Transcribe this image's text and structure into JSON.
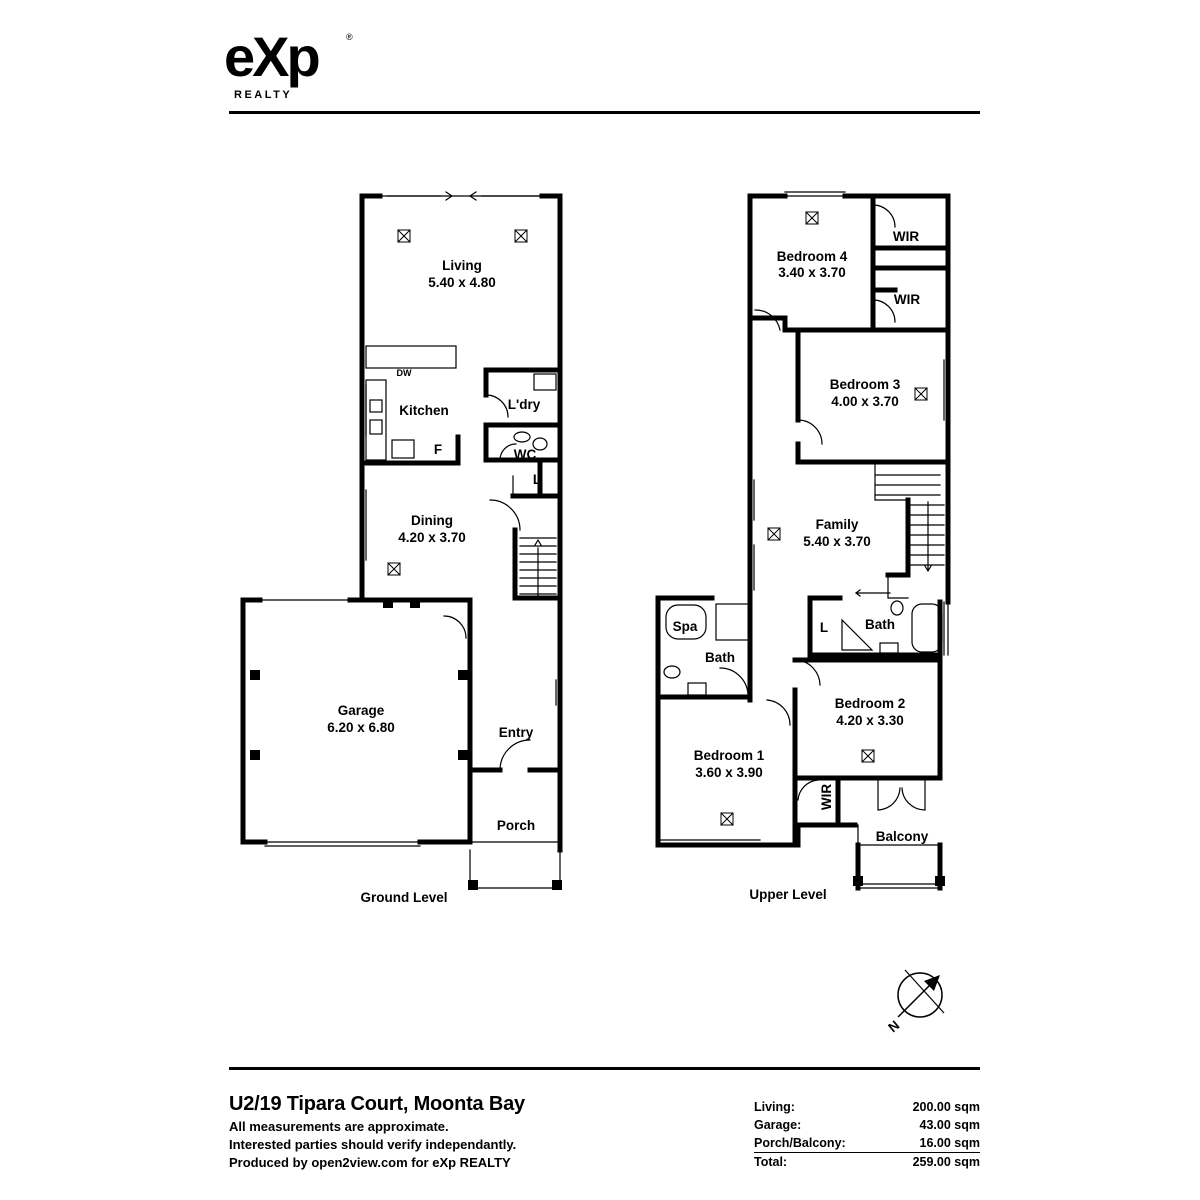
{
  "brand": {
    "logo_text": "eXp",
    "logo_subtext": "REALTY",
    "trademark": "®"
  },
  "ground_level": {
    "label": "Ground Level",
    "rooms": [
      {
        "key": "living",
        "name": "Living",
        "dims": "5.40 x 4.80"
      },
      {
        "key": "kitchen",
        "name": "Kitchen",
        "dims": ""
      },
      {
        "key": "dw",
        "name": "DW",
        "dims": ""
      },
      {
        "key": "fridge",
        "name": "F",
        "dims": ""
      },
      {
        "key": "laundry",
        "name": "L'dry",
        "dims": ""
      },
      {
        "key": "wc",
        "name": "WC",
        "dims": ""
      },
      {
        "key": "linen",
        "name": "L",
        "dims": ""
      },
      {
        "key": "dining",
        "name": "Dining",
        "dims": "4.20 x 3.70"
      },
      {
        "key": "garage",
        "name": "Garage",
        "dims": "6.20 x 6.80"
      },
      {
        "key": "entry",
        "name": "Entry",
        "dims": ""
      },
      {
        "key": "porch",
        "name": "Porch",
        "dims": ""
      }
    ]
  },
  "upper_level": {
    "label": "Upper Level",
    "rooms": [
      {
        "key": "bedroom4",
        "name": "Bedroom 4",
        "dims": "3.40 x 3.70"
      },
      {
        "key": "wir1",
        "name": "WIR",
        "dims": ""
      },
      {
        "key": "wir2",
        "name": "WIR",
        "dims": ""
      },
      {
        "key": "bedroom3",
        "name": "Bedroom 3",
        "dims": "4.00 x 3.70"
      },
      {
        "key": "family",
        "name": "Family",
        "dims": "5.40 x 3.70"
      },
      {
        "key": "spa",
        "name": "Spa",
        "dims": ""
      },
      {
        "key": "bath1",
        "name": "Bath",
        "dims": ""
      },
      {
        "key": "linen2",
        "name": "L",
        "dims": ""
      },
      {
        "key": "bath2",
        "name": "Bath",
        "dims": ""
      },
      {
        "key": "bedroom1",
        "name": "Bedroom 1",
        "dims": "3.60 x 3.90"
      },
      {
        "key": "wir3",
        "name": "WIR",
        "dims": ""
      },
      {
        "key": "bedroom2",
        "name": "Bedroom 2",
        "dims": "4.20 x 3.30"
      },
      {
        "key": "balcony",
        "name": "Balcony",
        "dims": ""
      }
    ]
  },
  "compass": {
    "label": "N"
  },
  "footer": {
    "address": "U2/19 Tipara Court, Moonta Bay",
    "notes": [
      "All measurements are approximate.",
      "Interested parties should verify independantly.",
      "Produced by open2view.com for eXp REALTY"
    ]
  },
  "areas": [
    {
      "label": "Living:",
      "value": "200.00 sqm"
    },
    {
      "label": "Garage:",
      "value": "43.00 sqm"
    },
    {
      "label": "Porch/Balcony:",
      "value": "16.00 sqm"
    }
  ],
  "total": {
    "label": "Total:",
    "value": "259.00 sqm"
  }
}
